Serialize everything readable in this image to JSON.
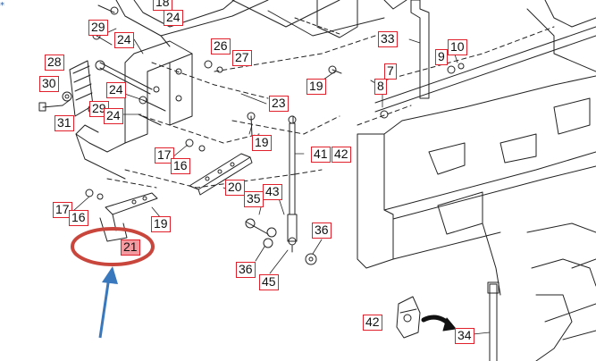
{
  "diagram": {
    "corner_mark": "*",
    "highlighted_part": "21",
    "colors": {
      "callout_border": "#e0202a",
      "callout_highlight_fill": "#f29aa0",
      "highlight_ellipse": "#c9463d",
      "arrow": "#3a78bd",
      "line_art": "#222222"
    },
    "callouts": [
      {
        "id": "c-18",
        "label": "18"
      },
      {
        "id": "c-24a",
        "label": "24"
      },
      {
        "id": "c-29a",
        "label": "29"
      },
      {
        "id": "c-24b",
        "label": "24"
      },
      {
        "id": "c-26",
        "label": "26"
      },
      {
        "id": "c-27",
        "label": "27"
      },
      {
        "id": "c-28",
        "label": "28"
      },
      {
        "id": "c-30",
        "label": "30"
      },
      {
        "id": "c-24c",
        "label": "24"
      },
      {
        "id": "c-29b",
        "label": "29"
      },
      {
        "id": "c-24d",
        "label": "24"
      },
      {
        "id": "c-31",
        "label": "31"
      },
      {
        "id": "c-23",
        "label": "23"
      },
      {
        "id": "c-19a",
        "label": "19"
      },
      {
        "id": "c-33",
        "label": "33"
      },
      {
        "id": "c-9",
        "label": "9"
      },
      {
        "id": "c-10",
        "label": "10"
      },
      {
        "id": "c-7",
        "label": "7"
      },
      {
        "id": "c-8",
        "label": "8"
      },
      {
        "id": "c-19b",
        "label": "19"
      },
      {
        "id": "c-41",
        "label": "41"
      },
      {
        "id": "c-42a",
        "label": "42"
      },
      {
        "id": "c-17a",
        "label": "17"
      },
      {
        "id": "c-16a",
        "label": "16"
      },
      {
        "id": "c-20",
        "label": "20"
      },
      {
        "id": "c-43",
        "label": "43"
      },
      {
        "id": "c-35",
        "label": "35"
      },
      {
        "id": "c-17b",
        "label": "17"
      },
      {
        "id": "c-16b",
        "label": "16"
      },
      {
        "id": "c-19c",
        "label": "19"
      },
      {
        "id": "c-21",
        "label": "21"
      },
      {
        "id": "c-36a",
        "label": "36"
      },
      {
        "id": "c-36b",
        "label": "36"
      },
      {
        "id": "c-45",
        "label": "45"
      },
      {
        "id": "c-42b",
        "label": "42"
      },
      {
        "id": "c-34",
        "label": "34"
      }
    ]
  }
}
